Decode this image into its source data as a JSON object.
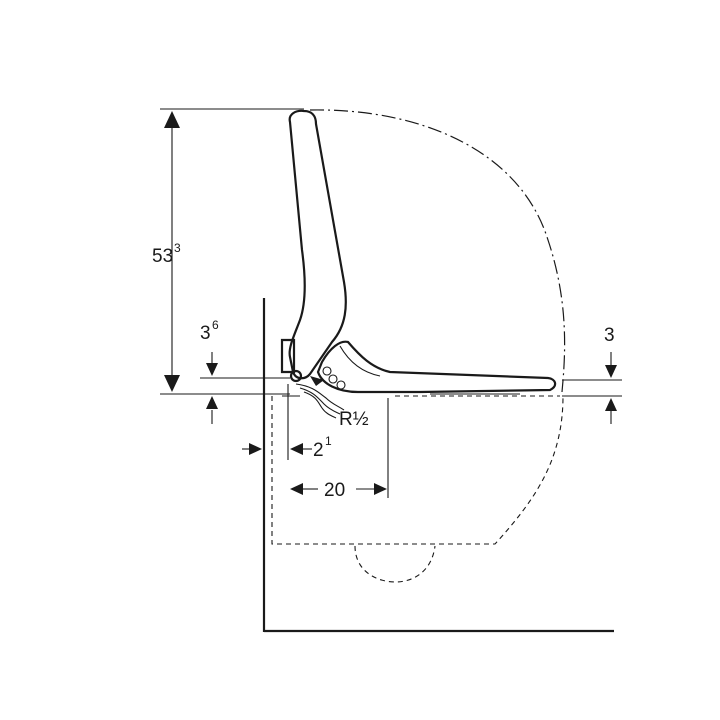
{
  "dimensions": {
    "height_total": {
      "base": "53",
      "sup": "3"
    },
    "offset_left": {
      "base": "3",
      "sup": "6"
    },
    "offset_right": {
      "base": "3"
    },
    "pipe_label": {
      "base": "R½"
    },
    "wall_gap": {
      "base": "2",
      "sup": "1"
    },
    "depth": {
      "base": "20"
    }
  },
  "colors": {
    "line": "#1a1a1a",
    "background": "#ffffff"
  }
}
